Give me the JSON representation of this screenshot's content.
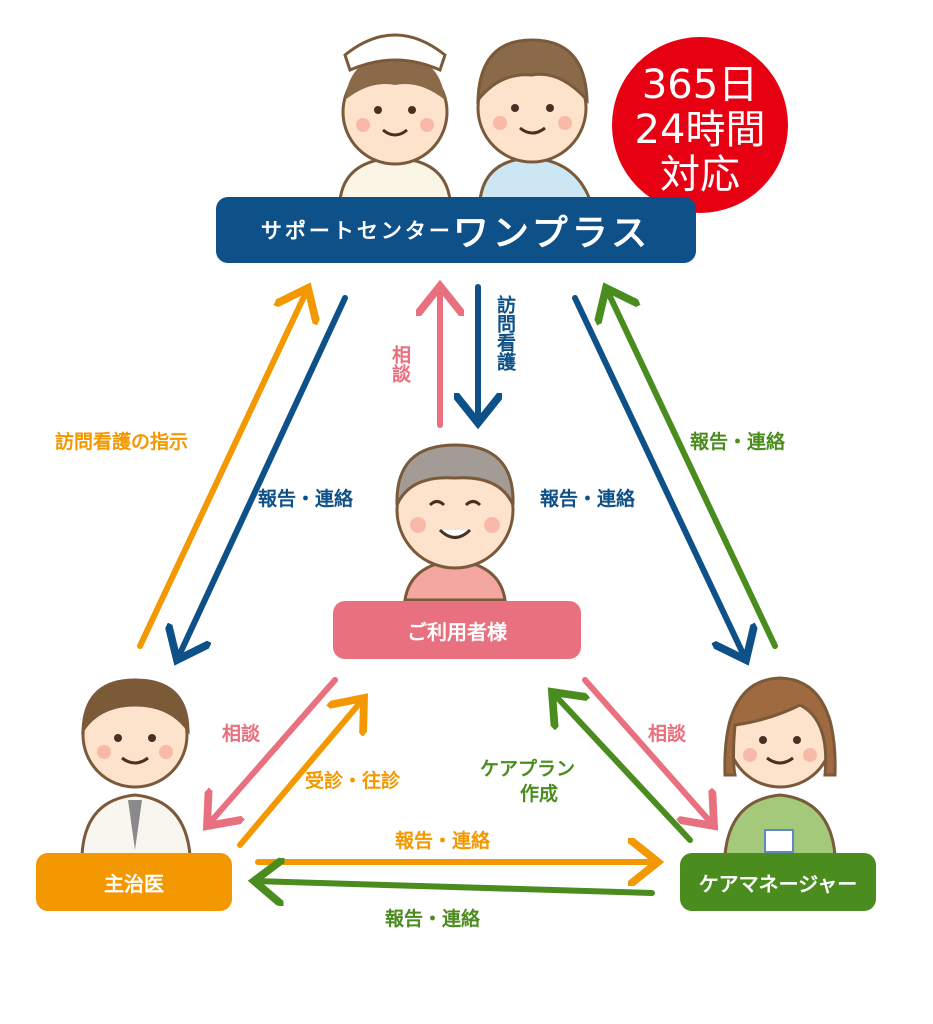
{
  "center": {
    "title_small": "サポートセンター",
    "title_large": "ワンプラス"
  },
  "badge": {
    "line1": "365日",
    "line2": "24時間",
    "line3": "対応"
  },
  "nodes": {
    "user": "ご利用者様",
    "doctor": "主治医",
    "care_manager": "ケアマネージャー"
  },
  "labels": {
    "consult_top": "相談",
    "visit_nursing_top": "訪問看護",
    "instruction": "訪問看護の指示",
    "report_left": "報告・連絡",
    "report_right": "報告・連絡",
    "report_far_right": "報告・連絡",
    "consult_left": "相談",
    "visit_doctor": "受診・往診",
    "care_plan_1": "ケアプラン",
    "care_plan_2": "作成",
    "consult_right": "相談",
    "report_bottom_top": "報告・連絡",
    "report_bottom": "報告・連絡"
  },
  "colors": {
    "blue": "#0e5088",
    "orange": "#f39800",
    "pink": "#e8707f",
    "green": "#4b8c1e",
    "red": "#e60012"
  }
}
